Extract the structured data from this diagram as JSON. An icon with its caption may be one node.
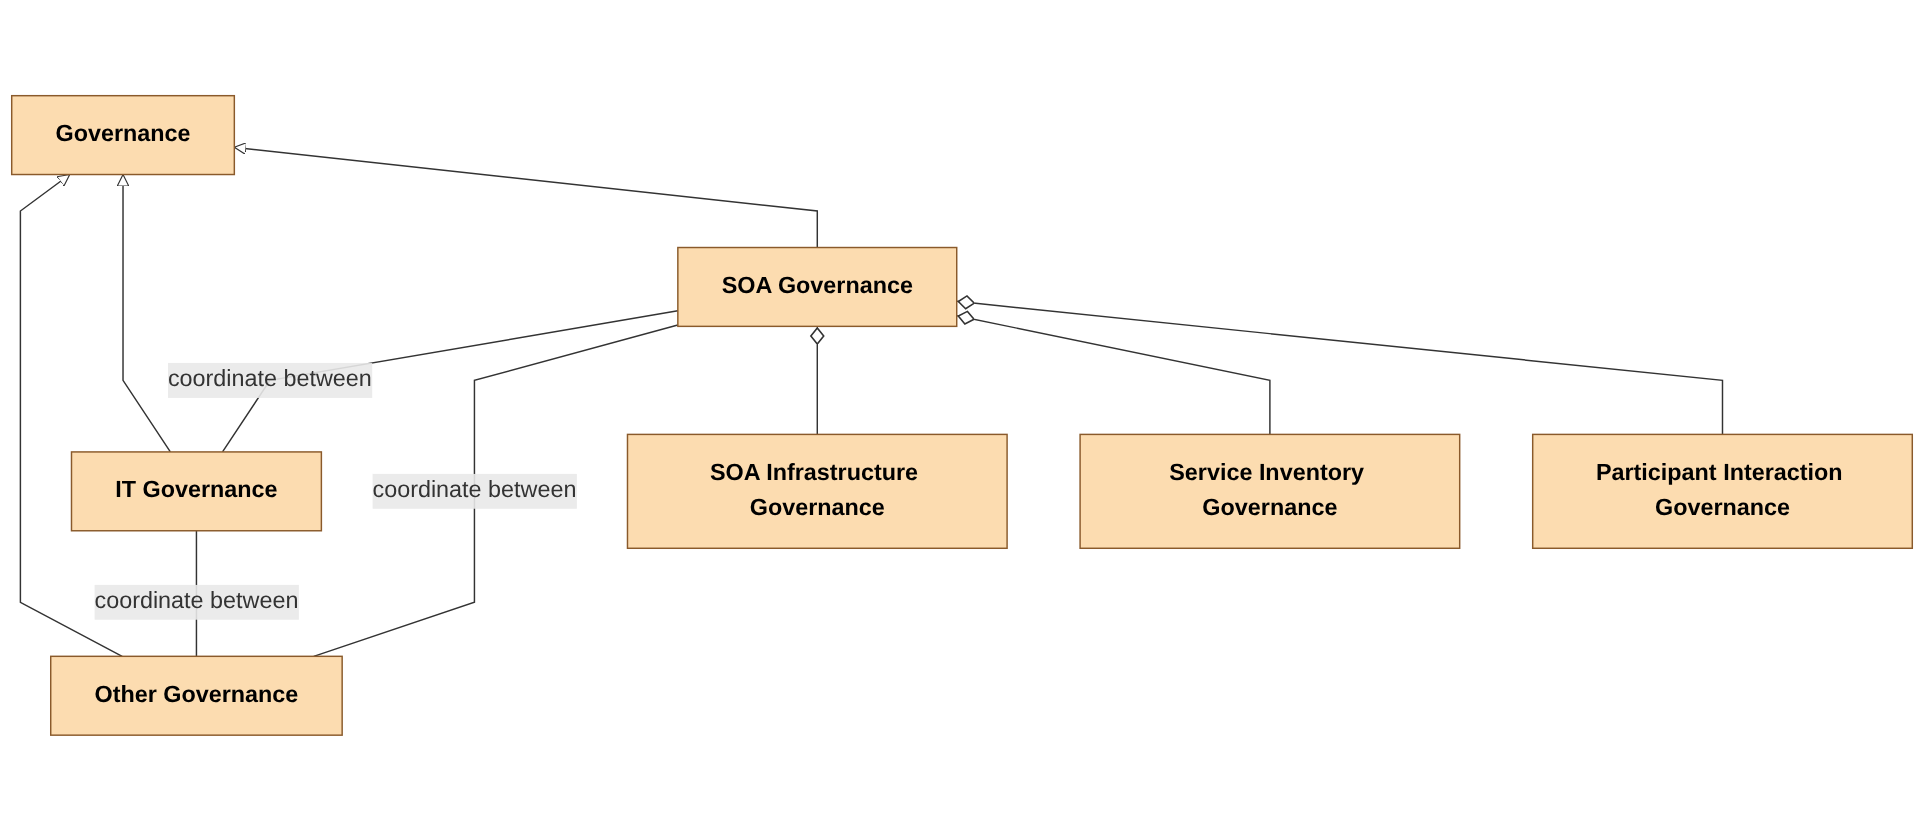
{
  "diagram": {
    "nodes": [
      {
        "text": [
          "Governance"
        ]
      },
      {
        "text": [
          "Other Governance"
        ]
      },
      {
        "text": [
          "IT Governance"
        ]
      },
      {
        "text": [
          "SOA Governance"
        ]
      },
      {
        "text": [
          "SOA Infrastructure Governance"
        ]
      },
      {
        "text": [
          "Service Inventory Governance"
        ]
      },
      {
        "text": [
          "Participant Interaction Governance"
        ]
      }
    ],
    "edges": [
      {
        "from": 1,
        "to": 0,
        "arrow": "to"
      },
      {
        "from": 2,
        "to": 0,
        "arrow": "to"
      },
      {
        "from": 3,
        "to": 0,
        "arrow": "to"
      },
      {
        "from": 1,
        "to": 2,
        "arrow": "none",
        "label": "coordinate between"
      },
      {
        "from": 2,
        "to": 3,
        "arrow": "none",
        "label": "coordinate between"
      },
      {
        "from": 1,
        "to": 3,
        "arrow": "none",
        "label": "coordinate between"
      },
      {
        "from": 4,
        "to": 3,
        "arrow": "other"
      },
      {
        "from": 5,
        "to": 3,
        "arrow": "other"
      },
      {
        "from": 6,
        "to": 3,
        "arrow": "other"
      }
    ]
  }
}
